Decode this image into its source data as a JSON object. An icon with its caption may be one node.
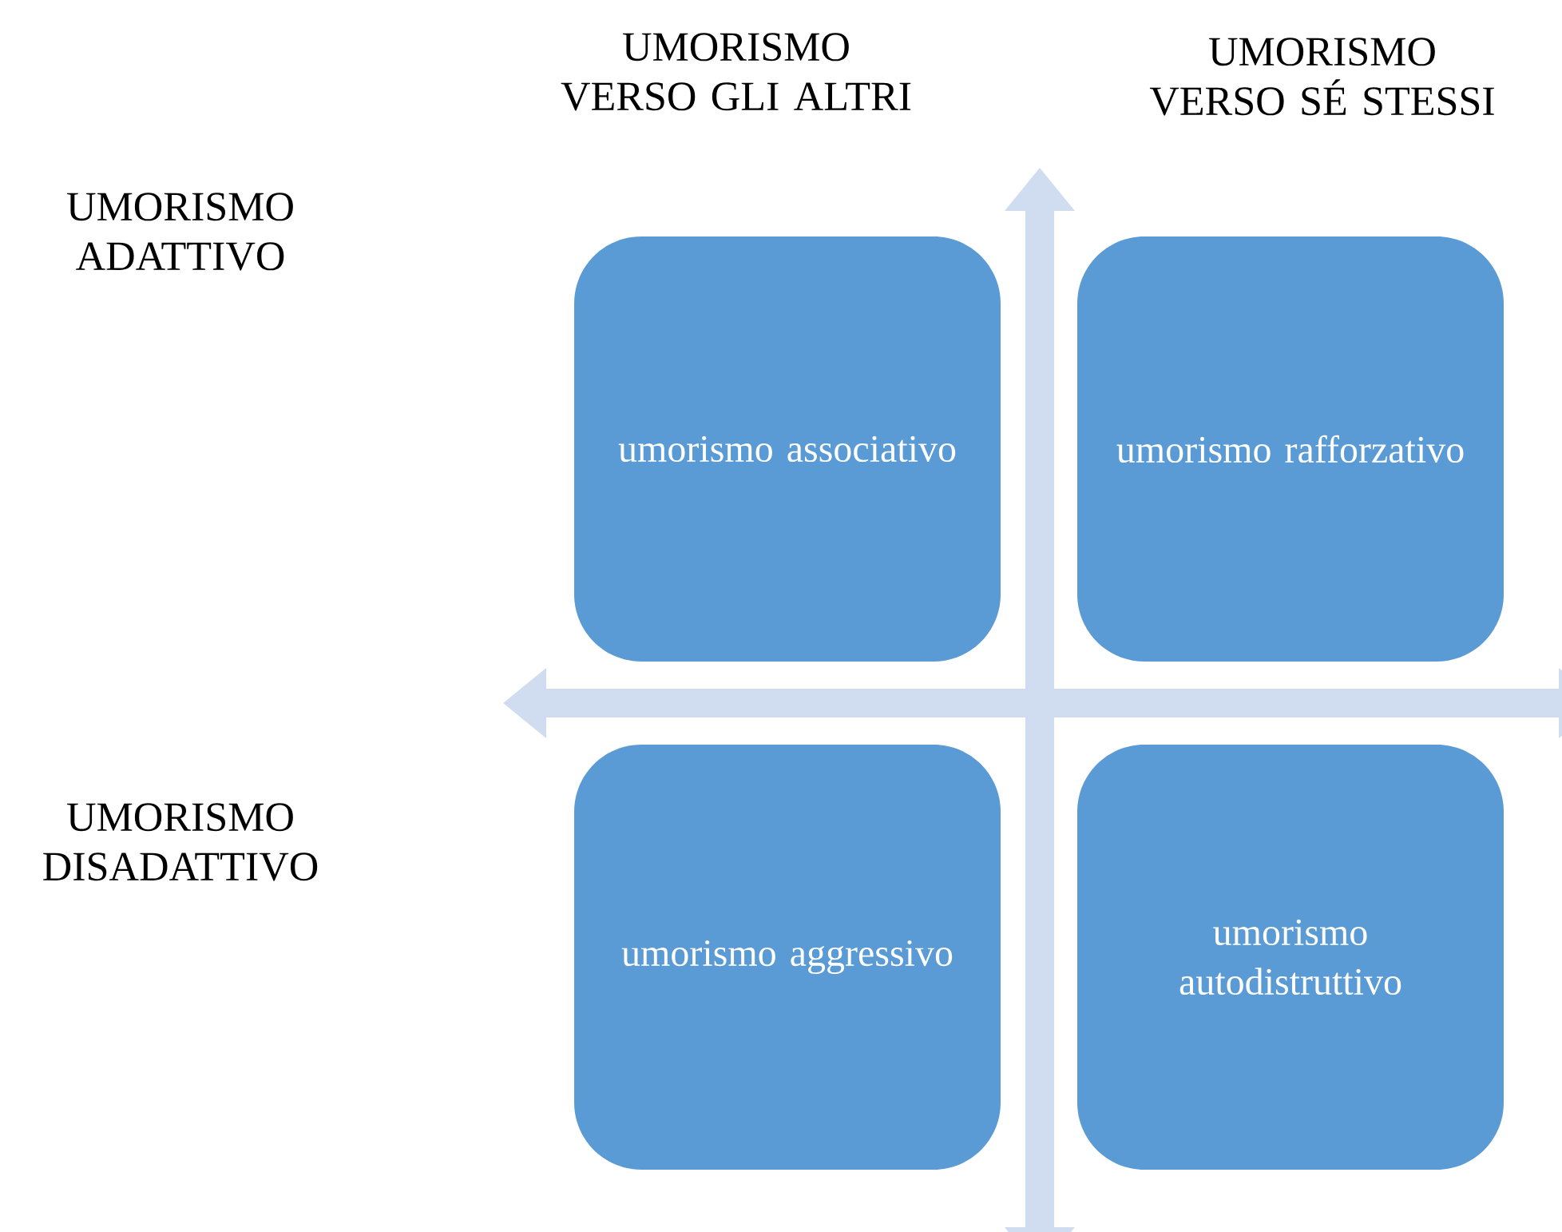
{
  "diagram": {
    "nodes": [
      {
        "text": [
          "umorismo associativo"
        ]
      },
      {
        "text": [
          "umorismo rafforzativo"
        ]
      },
      {
        "text": [
          "umorismo aggressivo"
        ]
      },
      {
        "text": [
          "umorismo autodistruttivo"
        ]
      }
    ],
    "labels": [
      "UMORISMO VERSO GLI ALTRI",
      "UMORISMO VERSO SÉ STESSI",
      "UMORISMO ADATTIVO",
      "UMORISMO DISADATTIVO"
    ]
  }
}
